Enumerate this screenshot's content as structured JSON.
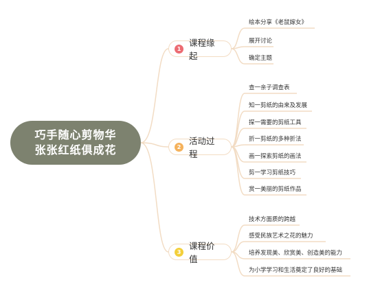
{
  "root": {
    "line1": "巧手随心剪物华",
    "line2": "张张红纸俱成花"
  },
  "colors": {
    "connector": "#f2dcc4",
    "root_bg": "#7d826f"
  },
  "branches": [
    {
      "label": "课程缘起",
      "number": "1",
      "badge_color": "#ec6b72",
      "items": [
        "绘本分享《老鼠嫁女》",
        "展开讨论",
        "确定主题"
      ]
    },
    {
      "label": "活动过程",
      "number": "2",
      "badge_color": "#f5b25c",
      "items": [
        "查一亲子调查表",
        "知一剪纸的由来及发展",
        "探一需要的剪纸工具",
        "折一剪纸的多种折法",
        "画一探索剪纸的画法",
        "剪一学习剪纸技巧",
        "赏一美丽的剪纸作品"
      ]
    },
    {
      "label": "课程价值",
      "number": "3",
      "badge_color": "#f3cf3a",
      "items": [
        "技术方面质的跨越",
        "感受民族艺术之花的魅力",
        "培养发现美、欣赏美、创造美的能力",
        "为小学学习和生活奠定了良好的基础"
      ]
    }
  ]
}
